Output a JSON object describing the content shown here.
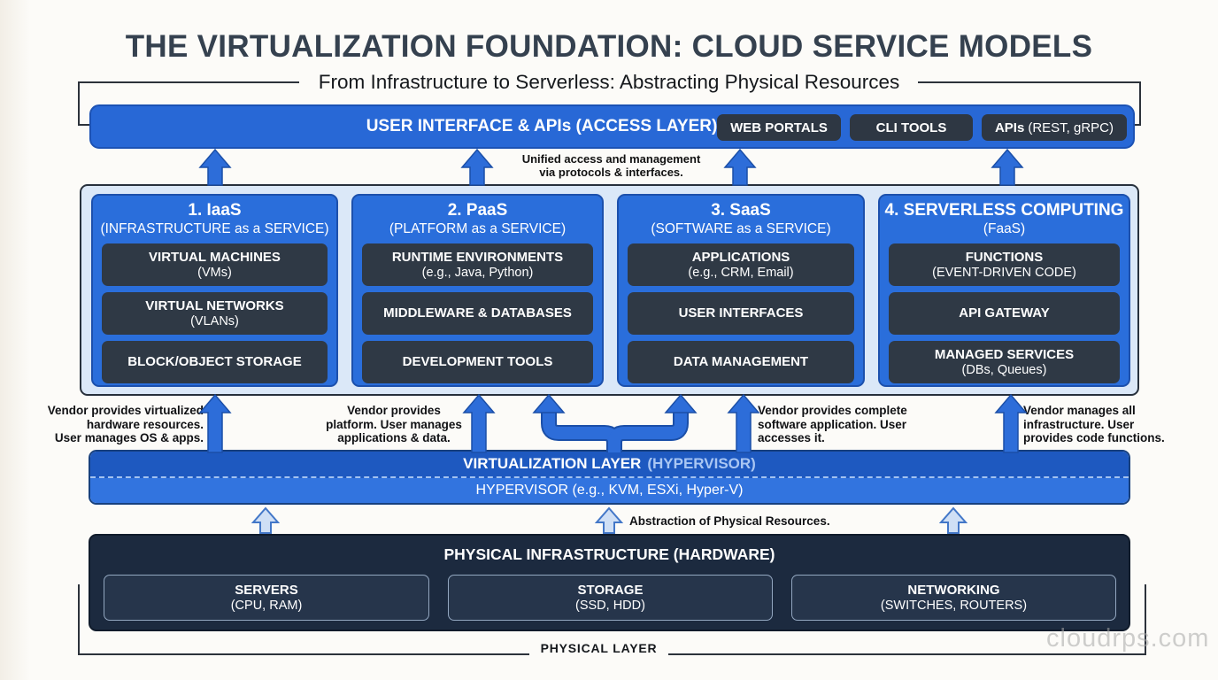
{
  "title": "THE VIRTUALIZATION FOUNDATION: CLOUD SERVICE MODELS",
  "subtitle": "From Infrastructure to Serverless: Abstracting Physical Resources",
  "access_layer": {
    "label": "USER INTERFACE & APIs (ACCESS LAYER)",
    "buttons": [
      {
        "bold": "WEB PORTALS",
        "rest": ""
      },
      {
        "bold": "CLI TOOLS",
        "rest": ""
      },
      {
        "bold": "APIs",
        "rest": "(REST, gRPC)"
      }
    ],
    "note_lines": [
      "Unified access and management",
      "via protocols & interfaces."
    ]
  },
  "service_models": [
    {
      "name": "1. IaaS",
      "expansion": "(INFRASTRUCTURE as a SERVICE)",
      "items": [
        {
          "title": "VIRTUAL MACHINES",
          "subtitle": "(VMs)"
        },
        {
          "title": "VIRTUAL NETWORKS",
          "subtitle": "(VLANs)"
        },
        {
          "title": "BLOCK/OBJECT STORAGE",
          "subtitle": ""
        }
      ],
      "note_lines": [
        "Vendor provides virtualized",
        "hardware resources.",
        "User manages OS & apps."
      ]
    },
    {
      "name": "2. PaaS",
      "expansion": "(PLATFORM as a SERVICE)",
      "items": [
        {
          "title": "RUNTIME ENVIRONMENTS",
          "subtitle": "(e.g., Java, Python)"
        },
        {
          "title": "MIDDLEWARE & DATABASES",
          "subtitle": ""
        },
        {
          "title": "DEVELOPMENT TOOLS",
          "subtitle": ""
        }
      ],
      "note_lines": [
        "Vendor provides",
        "platform. User manages",
        "applications & data."
      ]
    },
    {
      "name": "3. SaaS",
      "expansion": "(SOFTWARE as a SERVICE)",
      "items": [
        {
          "title": "APPLICATIONS",
          "subtitle": "(e.g., CRM, Email)"
        },
        {
          "title": "USER INTERFACES",
          "subtitle": ""
        },
        {
          "title": "DATA MANAGEMENT",
          "subtitle": ""
        }
      ],
      "note_lines": [
        "Vendor provides complete",
        "software application. User",
        "accesses it."
      ]
    },
    {
      "name": "4. SERVERLESS COMPUTING",
      "expansion": "(FaaS)",
      "items": [
        {
          "title": "FUNCTIONS",
          "subtitle": "(EVENT-DRIVEN CODE)"
        },
        {
          "title": "API GATEWAY",
          "subtitle": ""
        },
        {
          "title": "MANAGED SERVICES",
          "subtitle": "(DBs, Queues)"
        }
      ],
      "note_lines": [
        "Vendor manages all",
        "infrastructure. User",
        "provides code functions."
      ]
    }
  ],
  "virtualization_layer": {
    "label_bold": "VIRTUALIZATION LAYER",
    "label_light": "(HYPERVISOR)",
    "detail": "HYPERVISOR (e.g., KVM, ESXi, Hyper-V)",
    "note": "Abstraction of Physical Resources."
  },
  "physical_layer": {
    "label": "PHYSICAL INFRASTRUCTURE (HARDWARE)",
    "items": [
      {
        "title": "SERVERS",
        "subtitle": "(CPU, RAM)"
      },
      {
        "title": "STORAGE",
        "subtitle": "(SSD, HDD)"
      },
      {
        "title": "NETWORKING",
        "subtitle": "(SWITCHES, ROUTERS)"
      }
    ],
    "footer_label": "PHYSICAL LAYER"
  },
  "watermark": "cloudrps.com",
  "colors": {
    "primary_blue": "#2a6edb",
    "dark_band_blue": "#1e59c0",
    "light_band_blue": "#3274df",
    "panel_dark": "#2f3945",
    "navy_dark": "#1c2a3f",
    "container_light_blue": "#dbe8f8",
    "arrow_light_fill": "#cfdff5"
  }
}
